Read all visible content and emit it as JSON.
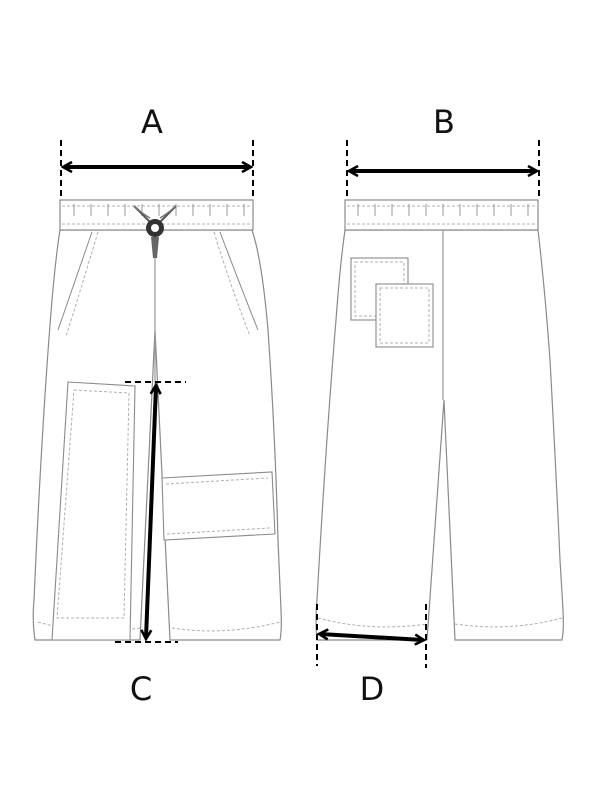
{
  "labels": {
    "a": "A",
    "b": "B",
    "c": "C",
    "d": "D"
  },
  "colors": {
    "outline": "#8a8a8a",
    "stitch": "#b0b0b0",
    "arrow": "#000000",
    "text": "#111111"
  }
}
